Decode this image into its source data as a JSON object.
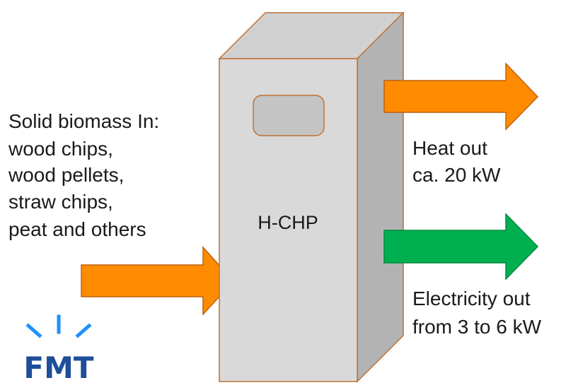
{
  "input": {
    "lines": [
      "Solid biomass In:",
      "wood chips,",
      "wood pellets,",
      "straw chips,",
      "peat and others"
    ]
  },
  "unit": {
    "label": "H-CHP"
  },
  "outputs": {
    "heat": {
      "lines": [
        "Heat out",
        "ca. 20 kW"
      ]
    },
    "electricity": {
      "lines": [
        "Electricity out",
        "from 3 to 6 kW"
      ]
    }
  },
  "logo": {
    "text": "FMT"
  },
  "colors": {
    "input_arrow": "#ff8c00",
    "heat_arrow": "#ff8c00",
    "electricity_arrow": "#00b050",
    "arrow_border": "#c06010",
    "cabinet_front": "#d9d9d9",
    "cabinet_top": "#d0d0d0",
    "cabinet_side": "#b3b3b3",
    "cabinet_outline": "#c07030",
    "logo_blue": "#1f4e99",
    "logo_rays": "#1e90ff"
  }
}
